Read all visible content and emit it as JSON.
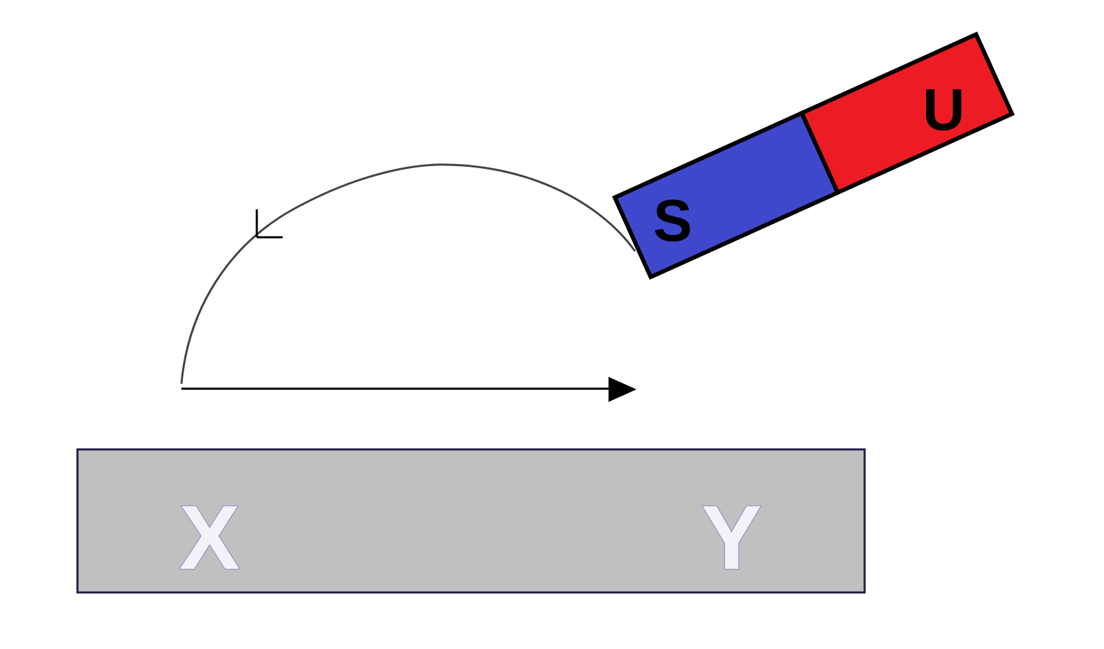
{
  "magnet": {
    "south_label": "S",
    "north_label": "U",
    "south_color": "#3f48cc",
    "north_color": "#ed1c24",
    "outline_color": "#000000"
  },
  "bar": {
    "left_label": "X",
    "right_label": "Y",
    "fill_color": "#c0c0c0",
    "outline_color": "#1f1f4a"
  },
  "path": {
    "semicircle_arrow": "arrowhead-pointing-down-left",
    "straight_arrow": "arrowhead-pointing-right",
    "stroke_color": "#000000"
  }
}
